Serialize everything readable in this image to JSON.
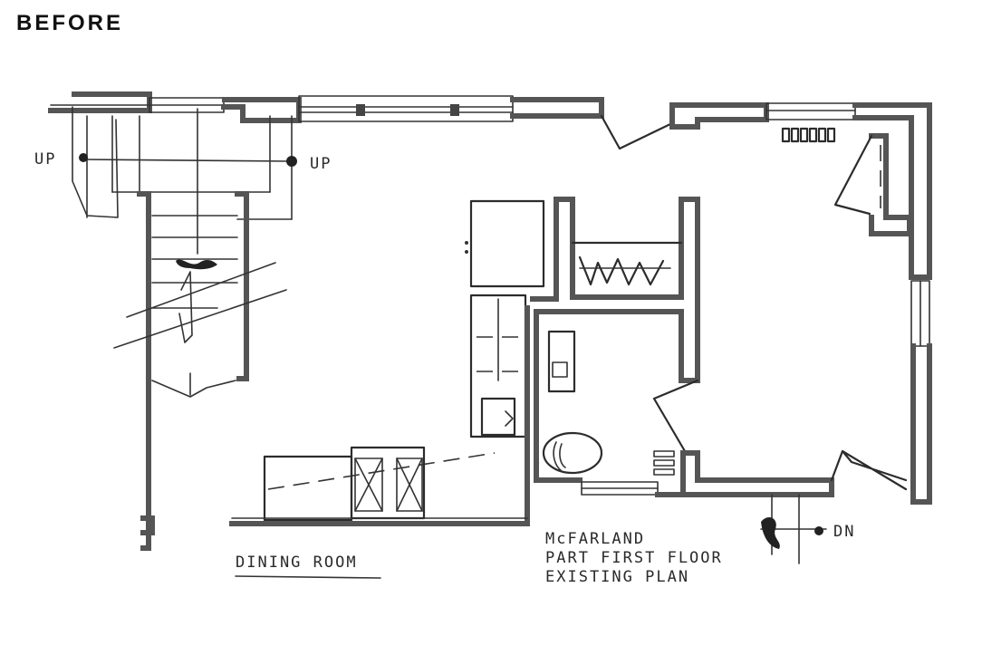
{
  "heading": "BEFORE",
  "labels": {
    "up_left": "UP",
    "up_right": "UP",
    "down": "DN",
    "dining_room": "DINING ROOM",
    "plan_title_line1": "McFARLAND",
    "plan_title_line2": "PART FIRST FLOOR",
    "plan_title_line3": "EXISTING PLAN"
  }
}
